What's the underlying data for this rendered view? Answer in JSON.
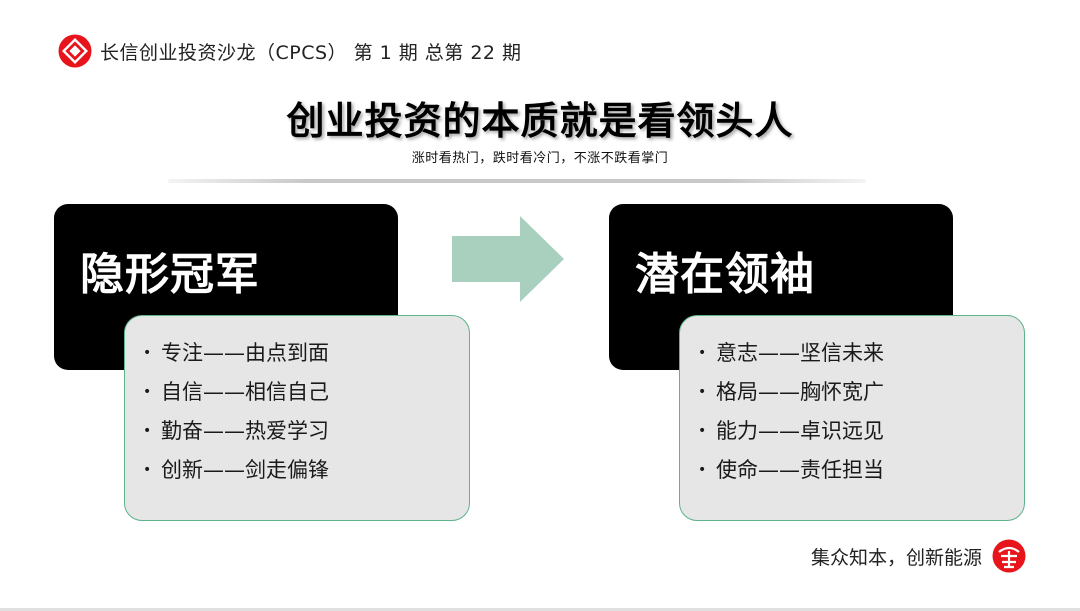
{
  "header": {
    "text": "长信创业投资沙龙（CPCS） 第 1 期 总第 22 期",
    "logo_icon": "red-diamond-logo-icon"
  },
  "title": "创业投资的本质就是看领头人",
  "subtitle": "涨时看热门，跌时看冷门，不涨不跌看掌门",
  "left": {
    "heading": "隐形冠军",
    "items": [
      "专注——由点到面",
      "自信——相信自己",
      "勤奋——热爱学习",
      "创新——剑走偏锋"
    ]
  },
  "right": {
    "heading": "潜在领袖",
    "items": [
      "意志——坚信未来",
      "格局——胸怀宽广",
      "能力——卓识远见",
      "使命——责任担当"
    ]
  },
  "footer": {
    "text": "集众知本，创新能源",
    "seal_icon": "red-seal-icon"
  },
  "colors": {
    "accent_red": "#e8141b",
    "arrow_green": "#a9cfbf",
    "card_border": "#5fb38a",
    "card_bg": "#e6e6e6"
  }
}
